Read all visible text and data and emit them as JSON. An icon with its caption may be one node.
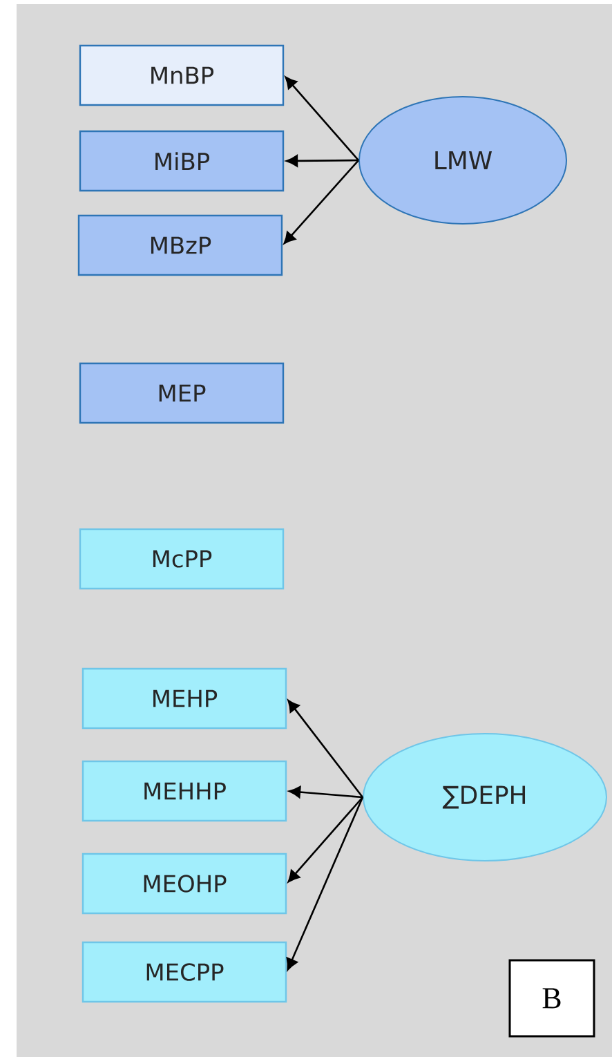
{
  "diagram": {
    "nodes": [
      {
        "text": [
          "MnBP"
        ]
      },
      {
        "text": [
          "MiBP"
        ]
      },
      {
        "text": [
          "MBzP"
        ]
      },
      {
        "text": [
          "LMW"
        ]
      },
      {
        "text": [
          "MEP"
        ]
      },
      {
        "text": [
          "McPP"
        ]
      },
      {
        "text": [
          "MEHP"
        ]
      },
      {
        "text": [
          "MEHHP"
        ]
      },
      {
        "text": [
          "∑DEPH"
        ]
      },
      {
        "text": [
          "MEOHP"
        ]
      },
      {
        "text": [
          "MECPP"
        ]
      },
      {
        "text": [
          "B"
        ]
      }
    ],
    "edges": [
      {
        "from": 3,
        "to": 0,
        "arrow": "to"
      },
      {
        "from": 3,
        "to": 1,
        "arrow": "to"
      },
      {
        "from": 3,
        "to": 2,
        "arrow": "to"
      },
      {
        "from": 8,
        "to": 6,
        "arrow": "to"
      },
      {
        "from": 8,
        "to": 7,
        "arrow": "to"
      },
      {
        "from": 8,
        "to": 9,
        "arrow": "to"
      },
      {
        "from": 8,
        "to": 10,
        "arrow": "to"
      }
    ]
  }
}
